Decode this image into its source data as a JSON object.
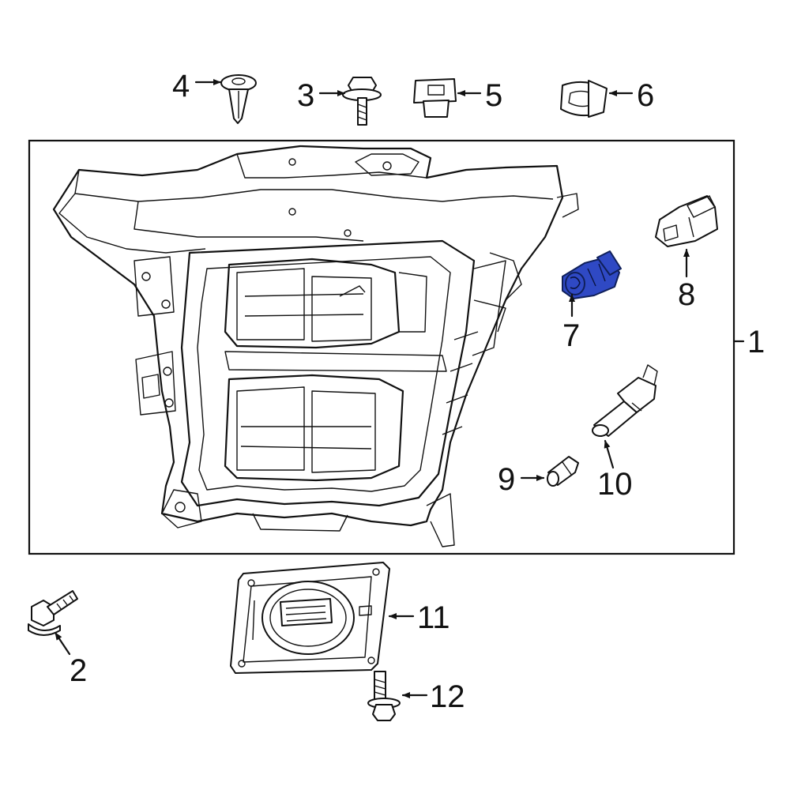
{
  "labels": {
    "p1": "1",
    "p2": "2",
    "p3": "3",
    "p4": "4",
    "p5": "5",
    "p6": "6",
    "p7": "7",
    "p8": "8",
    "p9": "9",
    "p10": "10",
    "p11": "11",
    "p12": "12"
  },
  "colors": {
    "line": "#111111",
    "highlight": "#2f49c4",
    "background": "#ffffff"
  },
  "highlighted_part": "7"
}
